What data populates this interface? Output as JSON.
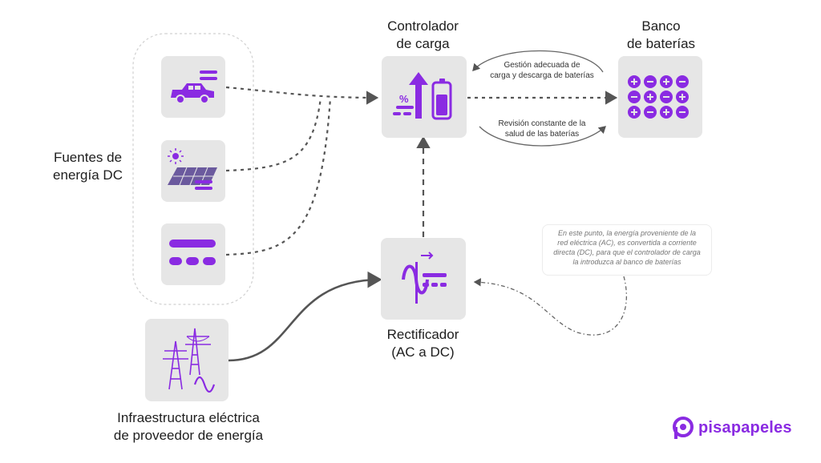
{
  "labels": {
    "fuentes": [
      "Fuentes de",
      "energía DC"
    ],
    "controlador": [
      "Controlador",
      "de carga"
    ],
    "banco": [
      "Banco",
      "de baterías"
    ],
    "rectificador": [
      "Rectificador",
      "(AC a DC)"
    ],
    "infraestructura": [
      "Infraestructura eléctrica",
      "de proveedor de energía"
    ]
  },
  "arrows": {
    "gestion": [
      "Gestión adecuada de",
      "carga y descarga de baterías"
    ],
    "revision": [
      "Revisión constante de la",
      "salud de las baterías"
    ]
  },
  "note": [
    "En este punto, la energía proveniente de la",
    "red eléctrica (AC), es convertida a corriente",
    "directa (DC), para que el controlador de carga",
    "la introduzca al banco de baterías"
  ],
  "icons": {
    "controlador_percent": "%"
  },
  "brand": {
    "name": "pisapapeles"
  },
  "colors": {
    "purple": "#8a2be2",
    "box": "#e6e6e6",
    "line": "#555555"
  }
}
